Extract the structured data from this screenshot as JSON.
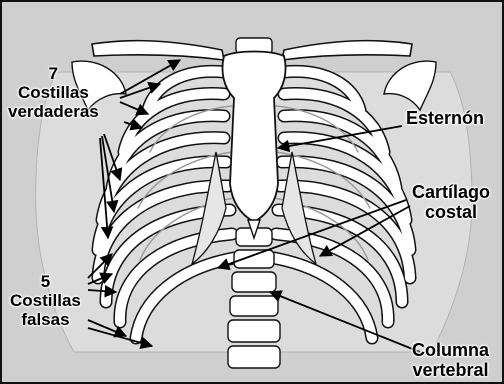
{
  "labels": {
    "true_ribs": {
      "line1": "7",
      "line2": "Costillas",
      "line3": "verdaderas"
    },
    "false_ribs": {
      "line1": "5",
      "line2": "Costillas",
      "line3": "falsas"
    },
    "sternum": "Esternón",
    "costal_cartilage": {
      "line1": "Cartílago",
      "line2": "costal"
    },
    "vertebral_column": {
      "line1": "Columna",
      "line2": "vertebral"
    }
  },
  "colors": {
    "background": "#cfcfcf",
    "bone": "#ffffff",
    "outline": "#111111",
    "cartilage": "#e6e6e6"
  }
}
